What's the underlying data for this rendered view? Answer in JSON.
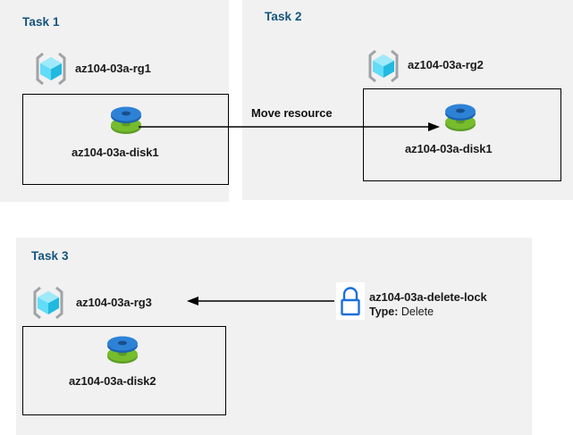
{
  "diagram": {
    "title": "Azure resource group tasks diagram",
    "background": "#ffffff",
    "panel_color": "#f1f1f1",
    "title_color": "#14547d",
    "line_color": "#000000"
  },
  "panels": [
    {
      "id": "task1",
      "title": "Task 1",
      "resource_group": {
        "label": "az104-03a-rg1",
        "icon": "resource-group-icon"
      },
      "resource": {
        "label": "az104-03a-disk1",
        "icon": "managed-disk-icon"
      }
    },
    {
      "id": "task2",
      "title": "Task 2",
      "resource_group": {
        "label": "az104-03a-rg2",
        "icon": "resource-group-icon"
      },
      "resource": {
        "label": "az104-03a-disk1",
        "icon": "managed-disk-icon"
      }
    },
    {
      "id": "task3",
      "title": "Task 3",
      "resource_group": {
        "label": "az104-03a-rg3",
        "icon": "resource-group-icon"
      },
      "resource": {
        "label": "az104-03a-disk2",
        "icon": "managed-disk-icon"
      },
      "lock": {
        "icon": "lock-icon",
        "name": "az104-03a-delete-lock",
        "type_label": "Type:",
        "type_value": "Delete",
        "icon_color": "#1a6fdb"
      }
    }
  ],
  "connectors": [
    {
      "id": "move-resource",
      "label": "Move resource",
      "from": "task1-disk1",
      "to": "task2-disk1",
      "direction": "right"
    },
    {
      "id": "lock-applies-to-rg3",
      "label": "",
      "from": "task3-delete-lock",
      "to": "task3-rg3",
      "direction": "left"
    }
  ]
}
